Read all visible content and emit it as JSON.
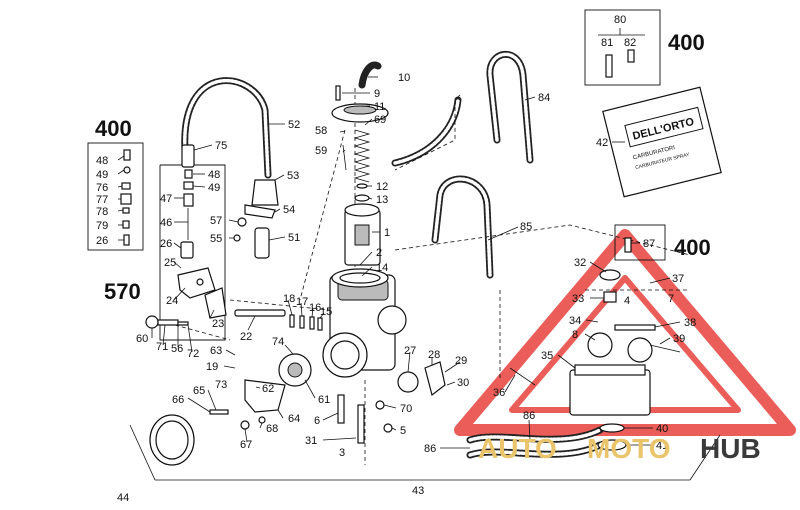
{
  "diagram": {
    "labels": {
      "l80": "80",
      "l81": "81",
      "l82": "82",
      "l400a": "400",
      "l10": "10",
      "l9": "9",
      "l11": "11",
      "l69": "69",
      "l58": "58",
      "l59": "59",
      "l12": "12",
      "l13": "13",
      "l1": "1",
      "l2": "2",
      "l14": "14",
      "l84": "84",
      "l42": "42",
      "l52": "52",
      "l75": "75",
      "l53": "53",
      "l48a": "48",
      "l49a": "49",
      "l47": "47",
      "l46": "46",
      "l26a": "26",
      "l25": "25",
      "l24": "24",
      "l23": "23",
      "l400b": "400",
      "l48b": "48",
      "l49b": "49",
      "l76": "76",
      "l77": "77",
      "l78": "78",
      "l79": "79",
      "l26b": "26",
      "l57": "57",
      "l55": "55",
      "l54": "54",
      "l51": "51",
      "l85": "85",
      "l87": "87",
      "l400c": "400",
      "l32": "32",
      "l37": "37",
      "l33": "33",
      "l4": "4",
      "l7": "7",
      "l34": "34",
      "l38": "38",
      "l8": "8",
      "l39": "39",
      "l35": "35",
      "l36": "36",
      "l570": "570",
      "l60": "60",
      "l71": "71",
      "l56": "56",
      "l72": "72",
      "l22": "22",
      "l18": "18",
      "l17": "17",
      "l16": "16",
      "l15": "15",
      "l74": "74",
      "l63": "63",
      "l19": "19",
      "l62": "62",
      "l73": "73",
      "l65": "65",
      "l66": "66",
      "l64": "64",
      "l68": "68",
      "l67": "67",
      "l61": "61",
      "l6": "6",
      "l31": "31",
      "l3": "3",
      "l70": "70",
      "l5": "5",
      "l27": "27",
      "l28": "28",
      "l29": "29",
      "l30": "30",
      "l86a": "86",
      "l86b": "86",
      "l40": "40",
      "l41": "41",
      "l44": "44",
      "l43": "43"
    },
    "bag_text": {
      "brand": "DELL'ORTO",
      "line2": "CARBURATORI",
      "line3": "CARBURATEUR SPRAY"
    },
    "watermark": {
      "word1": "AUTO",
      "word2": "MOTO",
      "word3": "HUB"
    },
    "colors": {
      "ink": "#111111",
      "watermark_red": "#e8413c",
      "watermark_gold": "#e9c46a",
      "watermark_dark": "#3a3a3a"
    }
  }
}
